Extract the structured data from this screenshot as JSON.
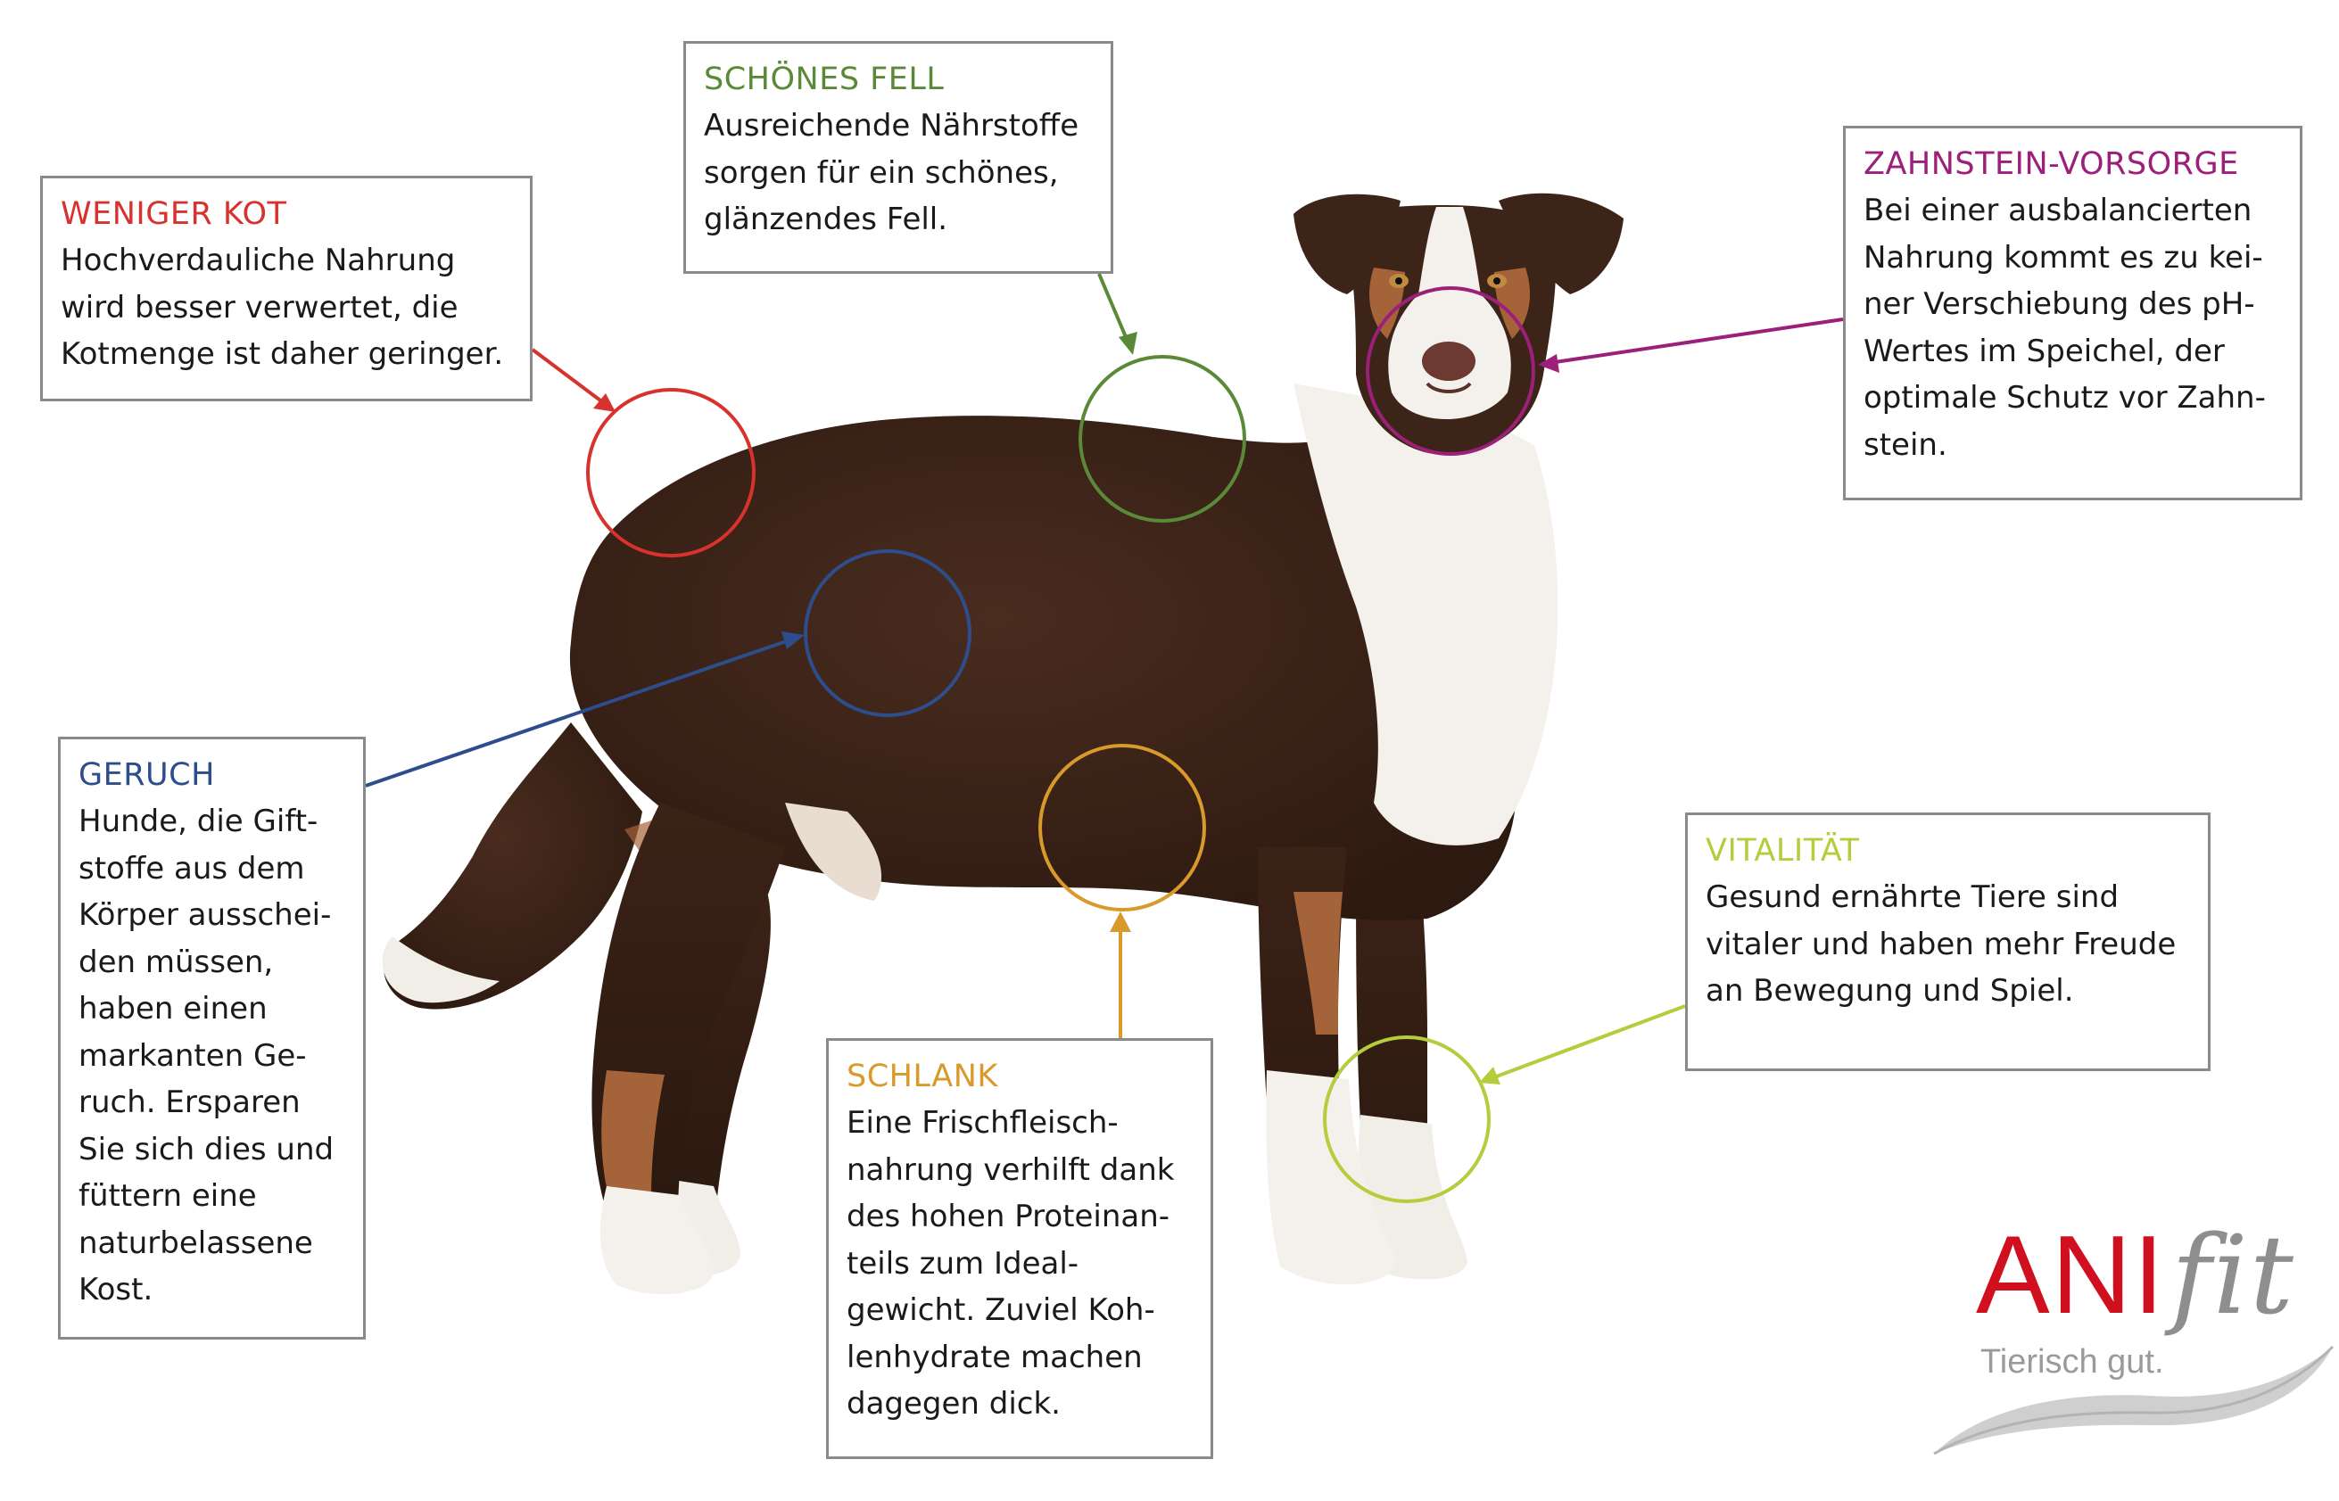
{
  "callouts": {
    "weniger_kot": {
      "title": "WENIGER KOT",
      "text": "Hochverdauliche Nahrung\nwird besser verwertet, die\nKotmenge ist daher geringer.",
      "color": "#d7322d"
    },
    "schoenes_fell": {
      "title": "SCHÖNES FELL",
      "text": "Ausreichende Nährstoffe\nsorgen für ein schönes,\nglänzendes Fell.",
      "color": "#5a8a38"
    },
    "zahnstein": {
      "title": "ZAHNSTEIN-VORSORGE",
      "text": "Bei einer ausbalancierten\nNahrung kommt es zu kei-\nner Verschiebung des pH-\nWertes im Speichel, der\noptimale Schutz vor Zahn-\nstein.",
      "color": "#9c1f7a"
    },
    "geruch": {
      "title": "GERUCH",
      "text": "Hunde, die  Gift-\nstoffe aus dem\nKörper ausschei-\nden müssen,\nhaben einen\nmarkanten Ge-\nruch. Ersparen\nSie sich dies und\nfüttern eine\nnaturbelassene\nKost.",
      "color": "#2e4d8c"
    },
    "schlank": {
      "title": "SCHLANK",
      "text": "Eine Frischfleisch-\nnahrung verhilft dank\ndes hohen Proteinan-\nteils zum Ideal-\ngewicht. Zuviel Koh-\nlenhydrate machen\ndagegen dick.",
      "color": "#d89a2a"
    },
    "vitalitaet": {
      "title": "VITALITÄT",
      "text": "Gesund ernährte Tiere sind\nvitaler und haben mehr Freude\nan Bewegung und Spiel.",
      "color": "#b5cc3c"
    }
  },
  "logo": {
    "brand_main": "ANI",
    "brand_accent": "fit",
    "tagline": "Tierisch gut.",
    "colors": {
      "main": "#d0101e",
      "accent": "#8e8e8e"
    }
  },
  "illustration": {
    "subject_icon": "dog-icon",
    "coat_colors": {
      "brown": "#3d2419",
      "white": "#f4f1ec",
      "tan": "#a5633a"
    }
  }
}
